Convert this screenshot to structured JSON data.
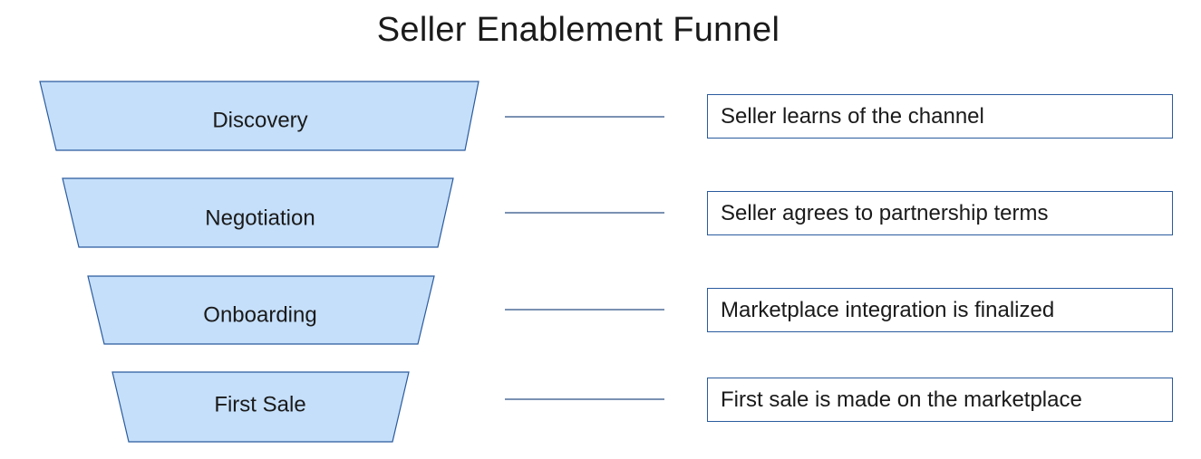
{
  "title": "Seller Enablement Funnel",
  "colors": {
    "stage_fill": "#c5dffa",
    "stage_stroke": "#2a5b9e",
    "connector": "#2a4f85",
    "box_border": "#2a5b9e"
  },
  "stages": [
    {
      "label": "Discovery",
      "description": "Seller learns of the channel"
    },
    {
      "label": "Negotiation",
      "description": "Seller agrees to partnership terms"
    },
    {
      "label": "Onboarding",
      "description": "Marketplace integration is finalized"
    },
    {
      "label": "First Sale",
      "description": "First sale is made on the marketplace"
    }
  ]
}
